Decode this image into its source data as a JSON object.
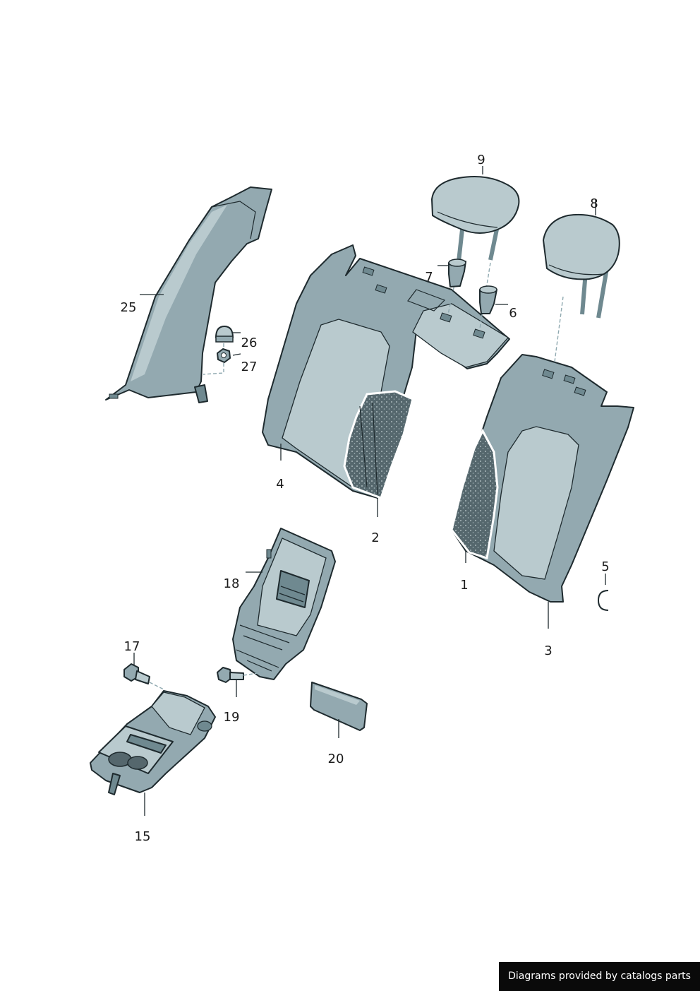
{
  "callouts": {
    "p1": "1",
    "p2": "2",
    "p3": "3",
    "p4": "4",
    "p5": "5",
    "p6": "6",
    "p7": "7",
    "p8": "8",
    "p9": "9",
    "p15": "15",
    "p17": "17",
    "p18": "18",
    "p19": "19",
    "p20": "20",
    "p25": "25",
    "p26": "26",
    "p27": "27"
  },
  "credit": "Diagrams provided by catalogs parts",
  "colors": {
    "part_fill": "#93a9b0",
    "part_light": "#b9cace",
    "part_dark": "#6f8990",
    "foam": "#4f6066",
    "outline": "#1e2a2e"
  }
}
